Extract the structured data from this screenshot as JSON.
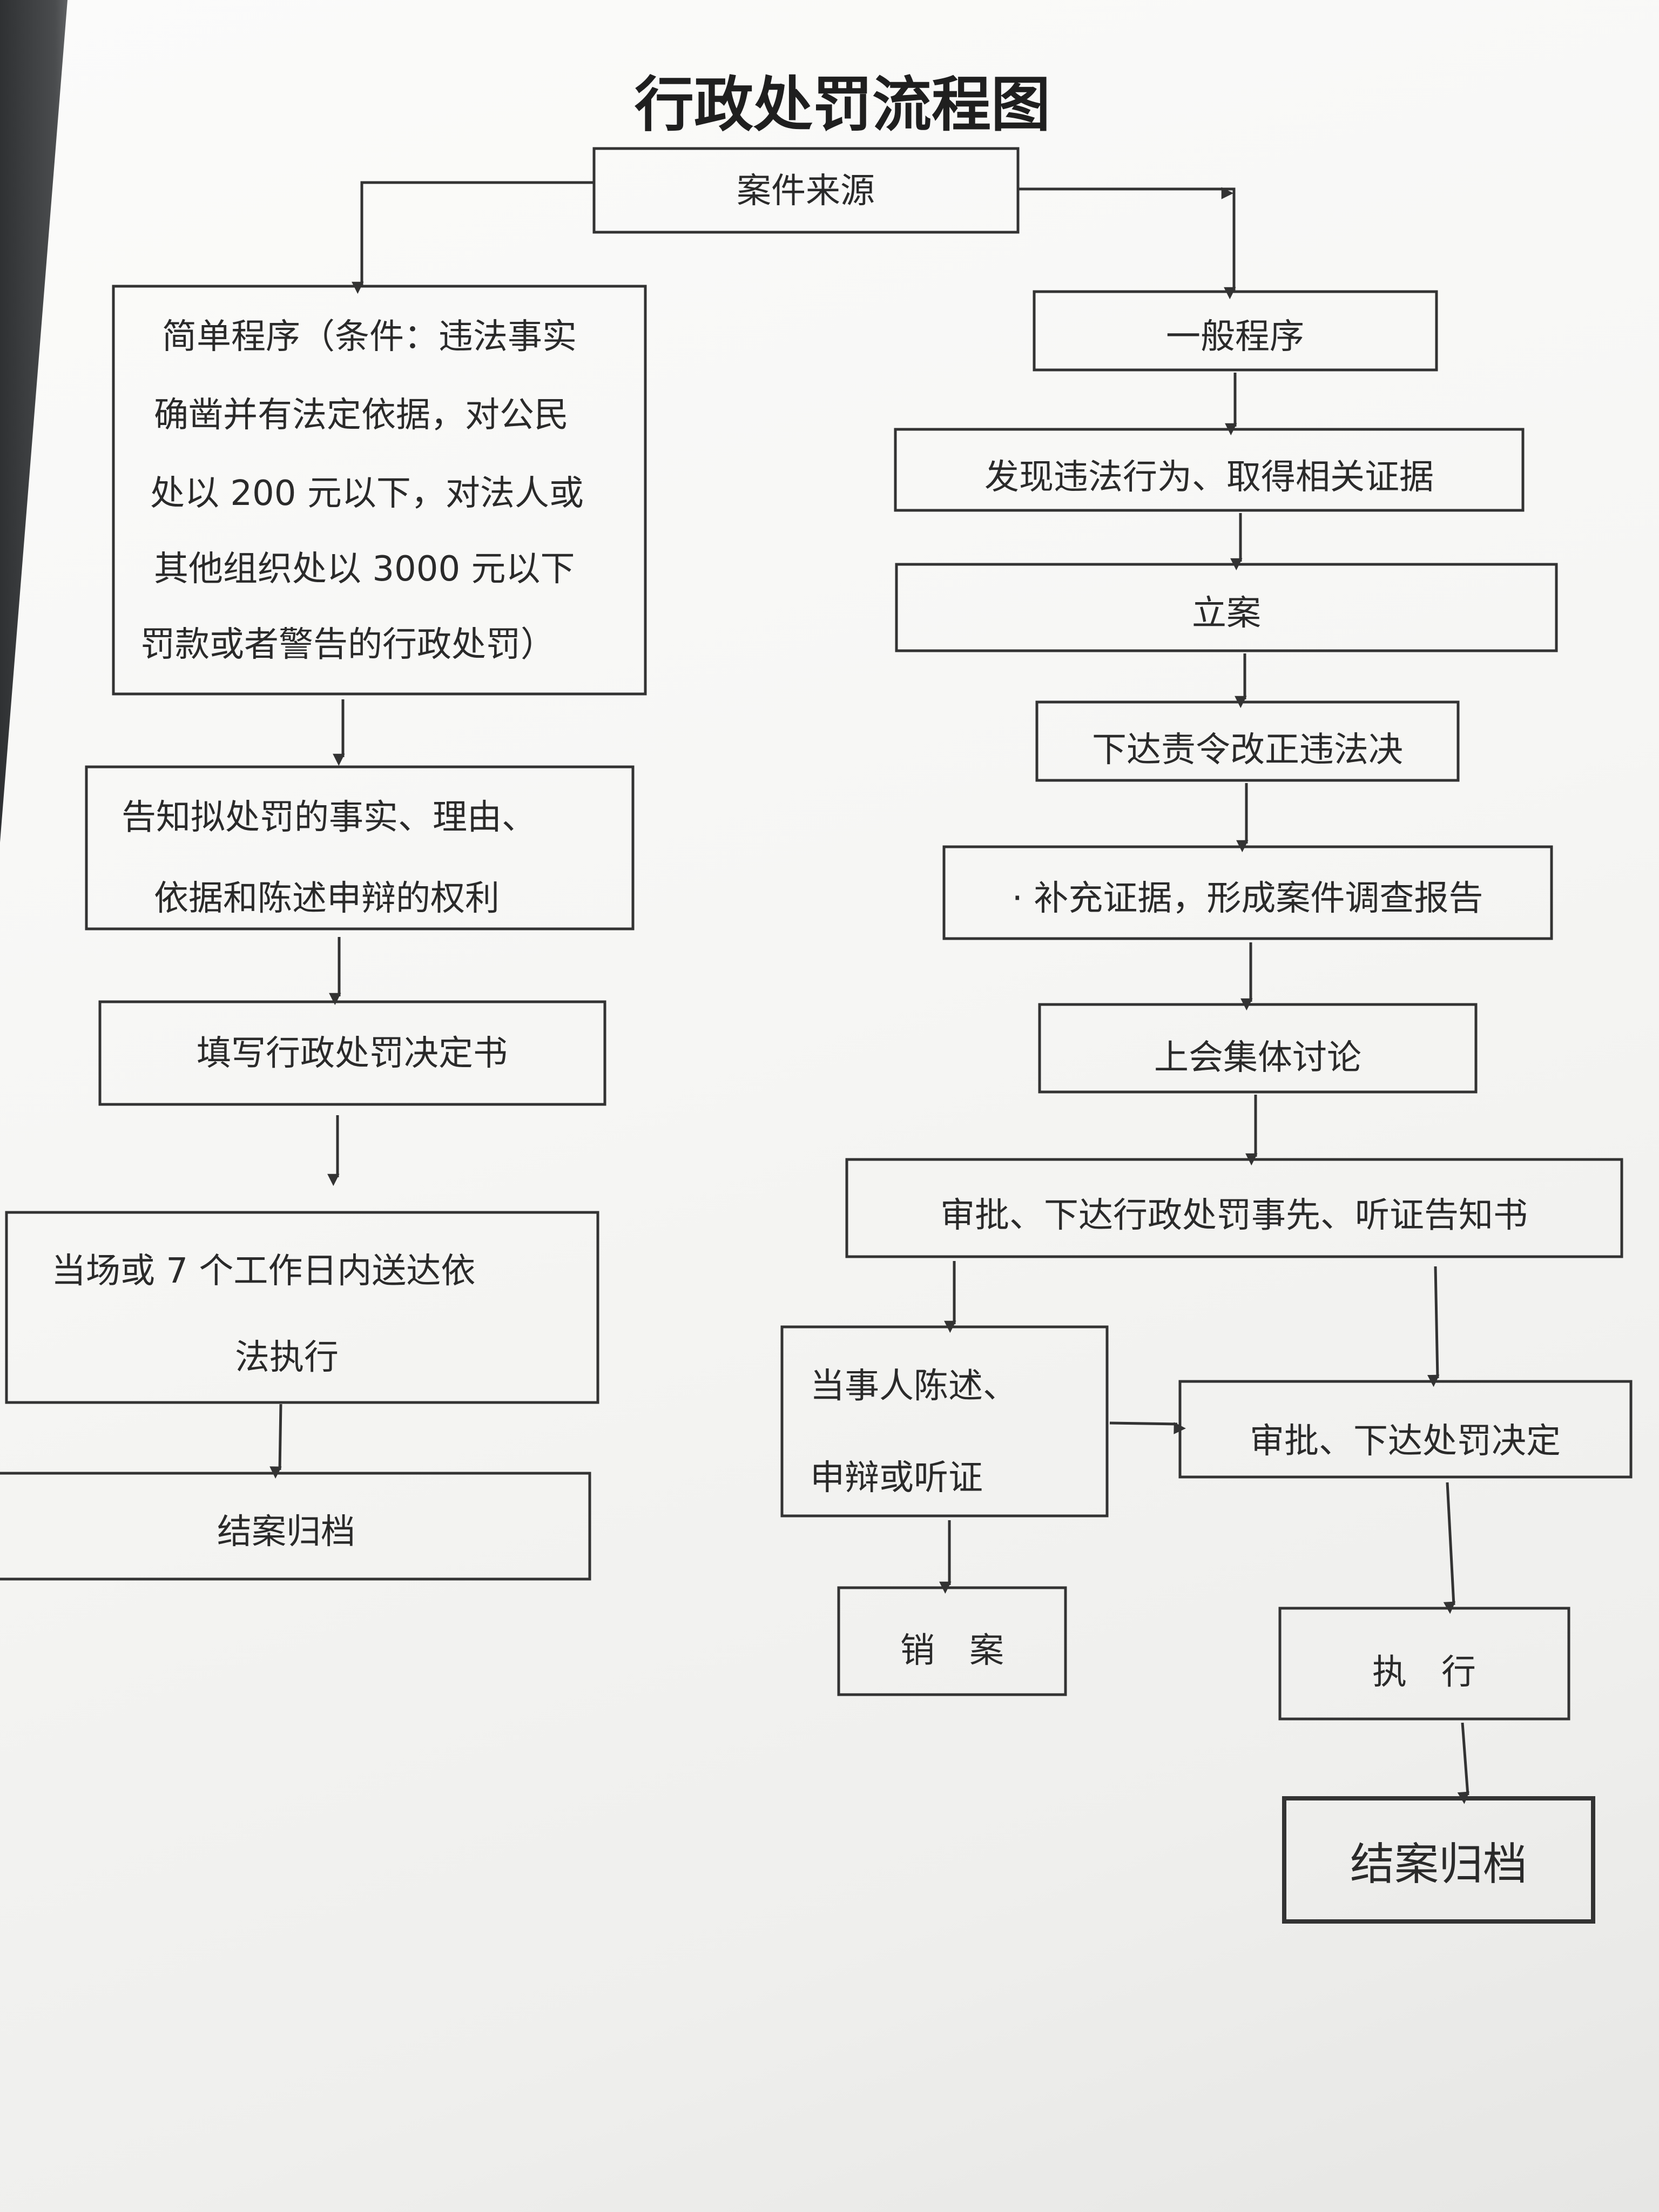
{
  "title": "行政处罚流程图",
  "nodes": {
    "source": "案件来源",
    "simple": [
      "简单程序（条件：违法事实",
      "确凿并有法定依据，对公民",
      "处以 200 元以下，对法人或",
      "其他组织处以 3000 元以下",
      "罚款或者警告的行政处罚）"
    ],
    "notify": [
      "告知拟处罚的事实、理由、",
      "依据和陈述申辩的权利"
    ],
    "fill_form": "填写行政处罚决定书",
    "deliver": [
      "当场或 7 个工作日内送达依",
      "法执行"
    ],
    "archive_left": "结案归档",
    "general": "一般程序",
    "discover": "发现违法行为、取得相关证据",
    "register": "立案",
    "order_correct": "下达责令改正违法决",
    "supplement": "· 补充证据，形成案件调查报告",
    "discussion": "上会集体讨论",
    "approve_notice": "审批、下达行政处罚事先、听证告知书",
    "statement": [
      "当事人陈述、",
      "申辩或听证"
    ],
    "approve_decision": "审批、下达处罚决定",
    "cancel": "销　案",
    "execute": "执　行",
    "archive_right": "结案归档"
  }
}
